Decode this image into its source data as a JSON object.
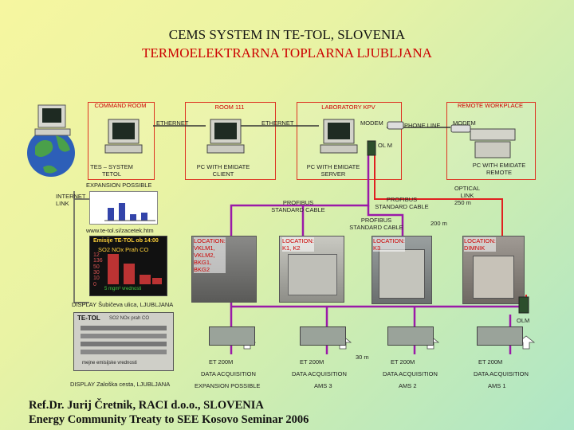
{
  "title": {
    "line1": "CEMS SYSTEM IN TE-TOL, SLOVENIA",
    "line2": "TERMOELEKTRARNA TOPLARNA LJUBLJANA"
  },
  "zones": {
    "command_room": "COMMAND ROOM",
    "room_111": "ROOM 111",
    "laboratory": "LABORATORY KPV",
    "remote": "REMOTE WORKPLACE"
  },
  "network": {
    "ethernet_1": "ETHERNET",
    "ethernet_2": "ETHERNET",
    "modem_lab": "MODEM",
    "phone_line": "PHONE LINE",
    "modem_remote": "MODEM",
    "ol_m": "OL M",
    "optical_link": "OPTICAL LINK",
    "optical_dist": "250 m",
    "expansion": "EXPANSION POSSIBLE",
    "internet_link": "INTERNET LINK",
    "website": "www.te-tol.si/zacetek.htm",
    "profibus_1": "PROFIBUS STANDARD CABLE",
    "profibus_2": "PROFIBUS STANDARD CABLE",
    "profibus_3": "PROFIBUS STANDARD CABLE",
    "dist_200": "200 m",
    "dist_30": "30 m",
    "olm": "OLM"
  },
  "computers": {
    "tes": "TES – SYSTEM TETOL",
    "client": "PC WITH EMIDATE CLIENT",
    "server": "PC WITH EMIDATE SERVER",
    "remote": "PC WITH EMIDATE REMOTE"
  },
  "locations": {
    "loc1": [
      "LOCATION:",
      "VKLM1,",
      "VKLM2,",
      "BKG1,",
      "BKG2"
    ],
    "loc2": [
      "LOCATION:",
      "K1, K2"
    ],
    "loc3": [
      "LOCATION:",
      "K3"
    ],
    "loc4": [
      "LOCATION:",
      "DIMNIK"
    ]
  },
  "displays": {
    "emission_title": "Emisije TE-TOL ob 14:00",
    "emission_cols": "SO2  NOx  Prah  CO",
    "emission_values": [
      "12",
      "136",
      "50",
      "30",
      "10",
      "0"
    ],
    "emission_foot": "5 mgm³ vrednosti",
    "display1": "DISPLAY Šubičeva ulica, LJUBLJANA",
    "panel_title": "TE-TOL",
    "panel_cols": "SO2  NOx  prah  CO",
    "panel_foot": "mejne emisijske vrednosti",
    "display2": "DISPLAY Zaloška cesta, LJUBLJANA"
  },
  "acquisition": {
    "units": [
      {
        "et": "ET 200M",
        "name": "DATA ACQUISITION",
        "sub": "EXPANSION POSSIBLE"
      },
      {
        "et": "ET 200M",
        "name": "DATA ACQUISITION",
        "sub": "AMS 3"
      },
      {
        "et": "ET 200M",
        "name": "DATA ACQUISITION",
        "sub": "AMS 2"
      },
      {
        "et": "ET 200M",
        "name": "DATA ACQUISITION",
        "sub": "AMS 1"
      }
    ]
  },
  "footer": {
    "line1": "Ref.Dr. Jurij Čretnik, RACI d.o.o., SLOVENIA",
    "line2": "Energy Community Treaty to SEE Kosovo  Seminar 2006"
  },
  "colors": {
    "zone_border": "#d32222",
    "cable_purple": "#9a1aa8",
    "optical_red": "#e02020"
  }
}
